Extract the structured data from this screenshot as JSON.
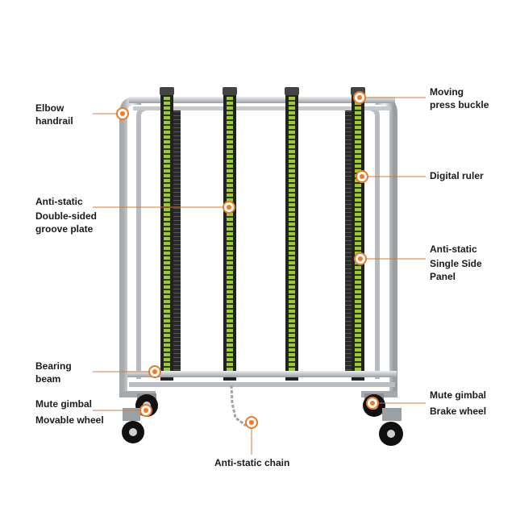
{
  "labels": {
    "elbow_handrail": [
      "Elbow",
      "handrail"
    ],
    "moving_press_buckle": [
      "Moving",
      "press buckle"
    ],
    "digital_ruler": [
      "Digital ruler"
    ],
    "double_sided_groove_plate": [
      "Anti-static",
      "Double-sided",
      "groove plate"
    ],
    "single_side_panel": [
      "Anti-static",
      "Single Side",
      "Panel"
    ],
    "bearing_beam": [
      "Bearing",
      "beam"
    ],
    "mute_gimbal_movable_wheel": [
      "Mute gimbal",
      "Movable wheel"
    ],
    "mute_gimbal_brake_wheel": [
      "Mute gimbal",
      "Brake wheel"
    ],
    "anti_static_chain": [
      "Anti-static chain"
    ]
  },
  "colors": {
    "frame": "#c9ccd0",
    "frame_dark": "#8e9297",
    "ruler": "#9cc83a",
    "ruler_dark": "#2a2a2a",
    "rack": "#1e1e1e",
    "marker": "#ee7a28",
    "leader": "#d47a3a",
    "wheel": "#111111",
    "hub": "#d0d0d0"
  }
}
